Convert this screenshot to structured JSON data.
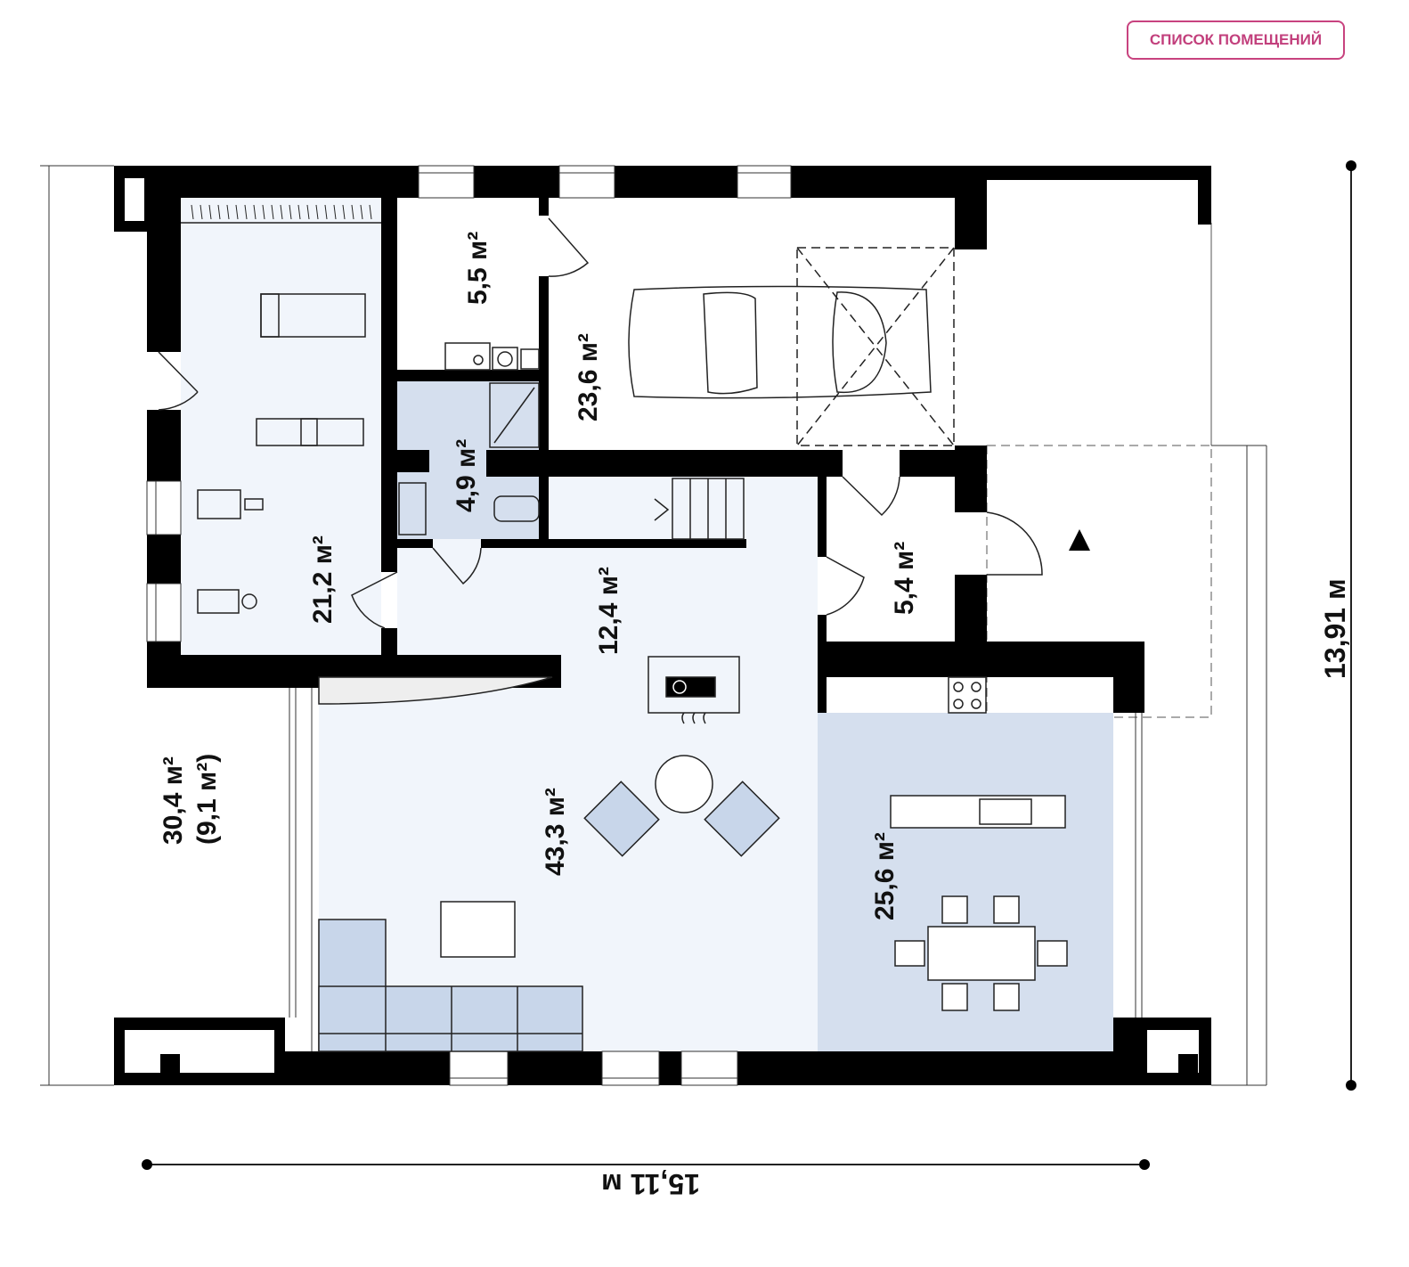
{
  "header": {
    "rooms_list_button": "СПИСОК ПОМЕЩЕНИЙ"
  },
  "colors": {
    "accent": "#c8437f",
    "room_light": "#f1f5fb",
    "room_blue": "#d5dfee",
    "wall": "#000000"
  },
  "rooms": {
    "gym": "21,2 м²",
    "storage": "5,5 м²",
    "bathroom": "4,9 м²",
    "garage": "23,6 м²",
    "hall": "12,4 м²",
    "vestibule": "5,4 м²",
    "living": "43,3 м²",
    "kitchen": "25,6 м²",
    "terrace": "30,4 м²",
    "terrace_covered": "(9,1 м²)"
  },
  "dimensions": {
    "width": "15,11 м",
    "depth": "13,91 м"
  }
}
